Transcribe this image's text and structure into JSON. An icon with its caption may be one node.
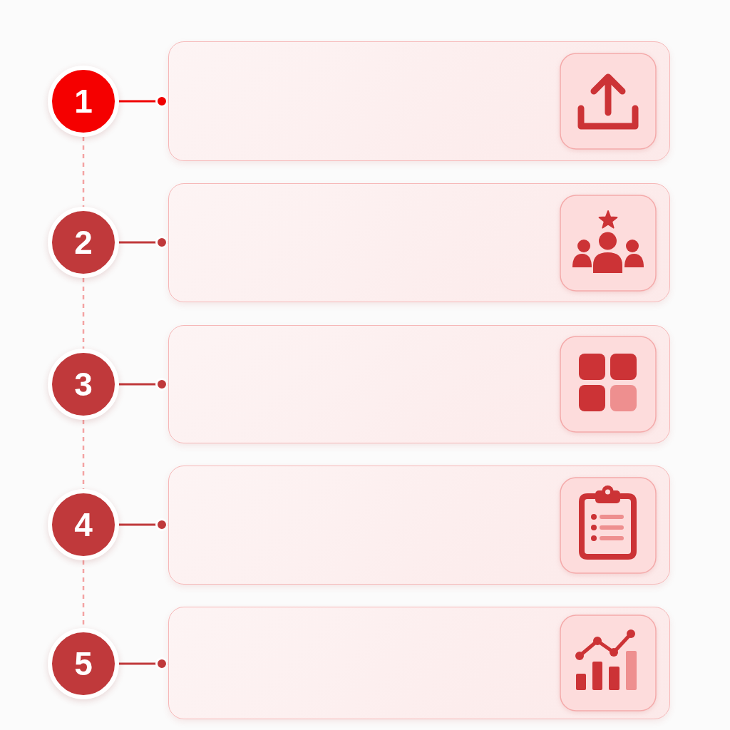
{
  "diagram": {
    "nodes": [
      {
        "text": [
          "1"
        ]
      },
      {
        "text": [],
        "shape": "box"
      },
      {
        "text": [
          "2"
        ]
      },
      {
        "text": [],
        "shape": "box"
      },
      {
        "text": [
          "3"
        ]
      },
      {
        "text": [],
        "shape": "box"
      },
      {
        "text": [
          "4"
        ]
      },
      {
        "text": [],
        "shape": "box"
      },
      {
        "text": [
          "5"
        ]
      },
      {
        "text": [],
        "shape": "box"
      }
    ],
    "edges": [
      {
        "from": 0,
        "to": 1,
        "arrow": "other",
        "color": "#f00000"
      },
      {
        "from": 0,
        "to": 2,
        "arrow": "none",
        "style": "dashed",
        "color": "#f4a3a3"
      },
      {
        "from": 2,
        "to": 3,
        "arrow": "other",
        "color": "#c0393b"
      },
      {
        "from": 2,
        "to": 4,
        "arrow": "none",
        "style": "dashed",
        "color": "#f4a3a3"
      },
      {
        "from": 4,
        "to": 5,
        "arrow": "other",
        "color": "#c0393b"
      },
      {
        "from": 4,
        "to": 6,
        "arrow": "none",
        "style": "dashed",
        "color": "#f4a3a3"
      },
      {
        "from": 6,
        "to": 7,
        "arrow": "other",
        "color": "#c0393b"
      },
      {
        "from": 6,
        "to": 8,
        "arrow": "none",
        "style": "dashed",
        "color": "#f4a3a3"
      },
      {
        "from": 8,
        "to": 9,
        "arrow": "other",
        "color": "#c0393b"
      }
    ]
  }
}
